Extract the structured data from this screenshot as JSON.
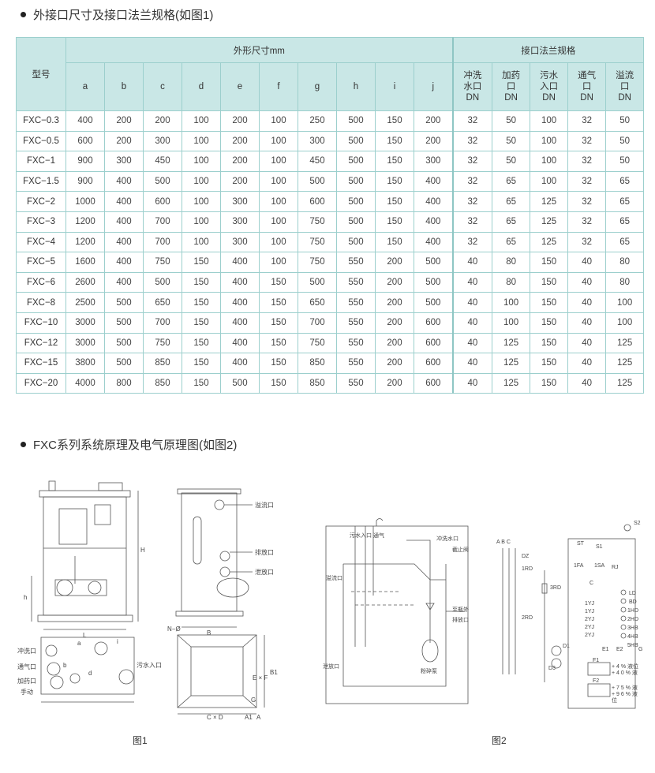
{
  "section1": {
    "title": "外接口尺寸及接口法兰规格(如图1)"
  },
  "table": {
    "model_header": "型号",
    "dims_header": "外形尺寸mm",
    "flange_header": "接口法兰规格",
    "dim_cols": [
      "a",
      "b",
      "c",
      "d",
      "e",
      "f",
      "g",
      "h",
      "i",
      "j"
    ],
    "flange_cols": [
      [
        "冲洗",
        "水口",
        "DN"
      ],
      [
        "加药",
        "口",
        "DN"
      ],
      [
        "污水",
        "入口",
        "DN"
      ],
      [
        "通气",
        "口",
        "DN"
      ],
      [
        "溢流",
        "口",
        "DN"
      ]
    ],
    "rows": [
      [
        "FXC−0.3",
        "400",
        "200",
        "200",
        "100",
        "200",
        "100",
        "250",
        "500",
        "150",
        "200",
        "32",
        "50",
        "100",
        "32",
        "50"
      ],
      [
        "FXC−0.5",
        "600",
        "200",
        "300",
        "100",
        "200",
        "100",
        "300",
        "500",
        "150",
        "200",
        "32",
        "50",
        "100",
        "32",
        "50"
      ],
      [
        "FXC−1",
        "900",
        "300",
        "450",
        "100",
        "200",
        "100",
        "450",
        "500",
        "150",
        "300",
        "32",
        "50",
        "100",
        "32",
        "50"
      ],
      [
        "FXC−1.5",
        "900",
        "400",
        "500",
        "100",
        "200",
        "100",
        "500",
        "500",
        "150",
        "400",
        "32",
        "65",
        "100",
        "32",
        "65"
      ],
      [
        "FXC−2",
        "1000",
        "400",
        "600",
        "100",
        "300",
        "100",
        "600",
        "500",
        "150",
        "400",
        "32",
        "65",
        "125",
        "32",
        "65"
      ],
      [
        "FXC−3",
        "1200",
        "400",
        "700",
        "100",
        "300",
        "100",
        "750",
        "500",
        "150",
        "400",
        "32",
        "65",
        "125",
        "32",
        "65"
      ],
      [
        "FXC−4",
        "1200",
        "400",
        "700",
        "100",
        "300",
        "100",
        "750",
        "500",
        "150",
        "400",
        "32",
        "65",
        "125",
        "32",
        "65"
      ],
      [
        "FXC−5",
        "1600",
        "400",
        "750",
        "150",
        "400",
        "100",
        "750",
        "550",
        "200",
        "500",
        "40",
        "80",
        "150",
        "40",
        "80"
      ],
      [
        "FXC−6",
        "2600",
        "400",
        "500",
        "150",
        "400",
        "150",
        "500",
        "550",
        "200",
        "500",
        "40",
        "80",
        "150",
        "40",
        "80"
      ],
      [
        "FXC−8",
        "2500",
        "500",
        "650",
        "150",
        "400",
        "150",
        "650",
        "550",
        "200",
        "500",
        "40",
        "100",
        "150",
        "40",
        "100"
      ],
      [
        "FXC−10",
        "3000",
        "500",
        "700",
        "150",
        "400",
        "150",
        "700",
        "550",
        "200",
        "600",
        "40",
        "100",
        "150",
        "40",
        "100"
      ],
      [
        "FXC−12",
        "3000",
        "500",
        "750",
        "150",
        "400",
        "150",
        "750",
        "550",
        "200",
        "600",
        "40",
        "125",
        "150",
        "40",
        "125"
      ],
      [
        "FXC−15",
        "3800",
        "500",
        "850",
        "150",
        "400",
        "150",
        "850",
        "550",
        "200",
        "600",
        "40",
        "125",
        "150",
        "40",
        "125"
      ],
      [
        "FXC−20",
        "4000",
        "800",
        "850",
        "150",
        "500",
        "150",
        "850",
        "550",
        "200",
        "600",
        "40",
        "125",
        "150",
        "40",
        "125"
      ]
    ]
  },
  "section2": {
    "title": "FXC系列系统原理及电气原理图(如图2)"
  },
  "figure1": {
    "caption": "图1",
    "labels": {
      "overflow": "溢流口",
      "drain": "排放口",
      "discharge": "泄放口",
      "dim_B": "B",
      "dim_L": "L",
      "dim_H": "H",
      "dim_h": "h",
      "flush": "冲洗口",
      "vent": "通气口",
      "dosing": "加药口",
      "manual": "手动",
      "sewage_in": "污水入口",
      "dim_a": "a",
      "dim_b": "b",
      "dim_d": "d",
      "dim_i": "i",
      "dim_N": "N−Ø",
      "dim_CD": "C × D",
      "dim_EF": "E × F",
      "dim_A1": "A1",
      "dim_A": "A",
      "dim_B1": "B1",
      "dim_G": "G"
    }
  },
  "figure2": {
    "caption": "图2",
    "labels": {
      "sewage_in": "污水入口",
      "vent": "通气",
      "flush_in": "冲洗水口",
      "stop_valve": "截止阀",
      "overflow": "溢流口",
      "to_outside": "至瓶外",
      "drain": "排放口",
      "crusher_pump": "粉碎泵",
      "discharge": "泄放口",
      "phases": "A B C",
      "s2": "S2",
      "st": "ST",
      "s1": "S1",
      "dz": "DZ",
      "rd1": "1RD",
      "rd2": "2RD",
      "rd3": "3RD",
      "fa1": "1FA",
      "fa2": "1SA",
      "rj": "RJ",
      "c": "C",
      "ld": "LD",
      "bd": "BD",
      "hd1": "1HD",
      "hd2": "2HD",
      "hd3": "3HB",
      "hd4": "4HB",
      "hd5": "5HB",
      "yy1": "1YJ",
      "yy2": "1YJ",
      "yy3": "2YJ",
      "yy4": "2YJ",
      "yy5": "2YJ",
      "d1": "D1",
      "d3": "D3",
      "e1": "E1",
      "e2": "E2",
      "g": "G",
      "f1": "F1",
      "f2": "F2",
      "lvl1": "+ 4 % 液位",
      "lvl2": "+ 4 0 % 液",
      "lvl3": "+ 7 5 % 液",
      "lvl4": "+ 9 6 % 液",
      "pos": "位"
    }
  }
}
